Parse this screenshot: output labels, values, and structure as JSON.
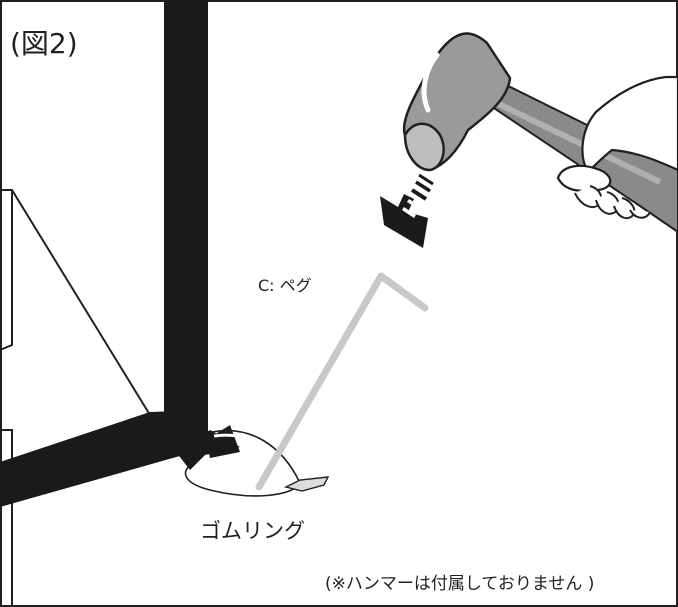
{
  "figure_label": "(図2)",
  "peg_label": "C: ペグ",
  "ring_label": "ゴムリング",
  "note": "(※ハンマーは付属しておりません )",
  "colors": {
    "ink": "#231f20",
    "frame": "#1a1a1a",
    "peg": "#c8c8c8",
    "hammer_head": "#9a9a9a",
    "hammer_handle": "#8a8a8a"
  },
  "icons": {
    "hammer": "hammer-icon",
    "hand": "hand-icon",
    "arrow": "down-arrow-icon"
  }
}
